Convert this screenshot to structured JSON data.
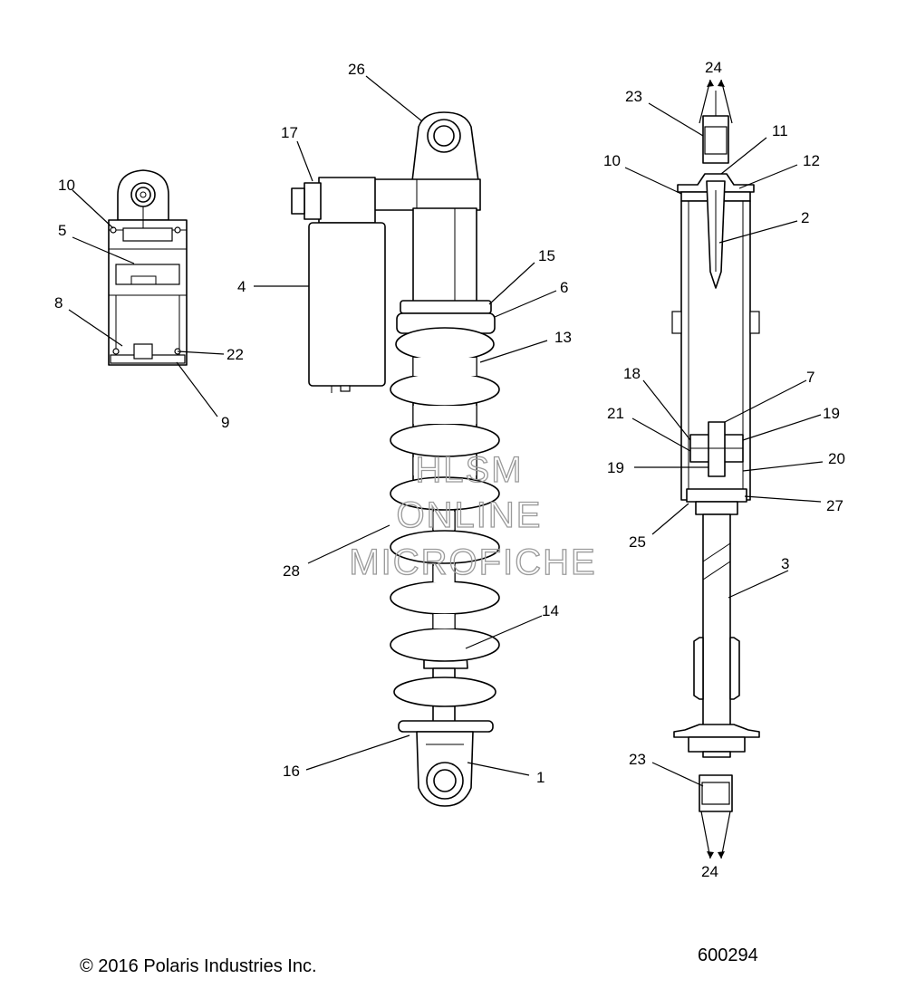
{
  "labels": {
    "l1": "1",
    "l2": "2",
    "l3": "3",
    "l4": "4",
    "l5": "5",
    "l6": "6",
    "l7": "7",
    "l8": "8",
    "l9": "9",
    "l10a": "10",
    "l10b": "10",
    "l11": "11",
    "l12": "12",
    "l13": "13",
    "l14": "14",
    "l15": "15",
    "l16": "16",
    "l17": "17",
    "l18": "18",
    "l19a": "19",
    "l19b": "19",
    "l20": "20",
    "l21": "21",
    "l22": "22",
    "l23a": "23",
    "l23b": "23",
    "l24a": "24",
    "l24b": "24",
    "l25": "25",
    "l26": "26",
    "l27": "27",
    "l28": "28"
  },
  "watermark": {
    "line1": "HLSM",
    "line2": "ONLINE",
    "line3": "MICROFICHE"
  },
  "footer": {
    "copyright": "© 2016 Polaris Industries Inc.",
    "figure_number": "600294"
  }
}
